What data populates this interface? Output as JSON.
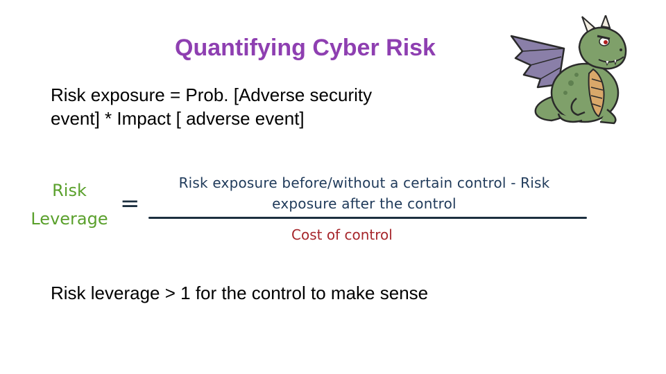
{
  "slide": {
    "title": "Quantifying Cyber Risk",
    "body": {
      "line1": "Risk exposure = Prob. [Adverse security",
      "line2": "event] * Impact [ adverse event]",
      "line3": "Risk leverage > 1 for the control to make sense"
    },
    "formula": {
      "label_line1": "Risk",
      "label_line2": "Leverage",
      "equals": "=",
      "numerator_line1": "Risk exposure before/without a certain control - Risk",
      "numerator_line2": "exposure after the control",
      "denominator": "Cost of control"
    },
    "illustration": {
      "icon": "dragon-icon"
    },
    "colors": {
      "title": "#8e3fb1",
      "label": "#5aa02c",
      "numerator": "#1f3a5a",
      "denominator": "#a6262b"
    }
  }
}
